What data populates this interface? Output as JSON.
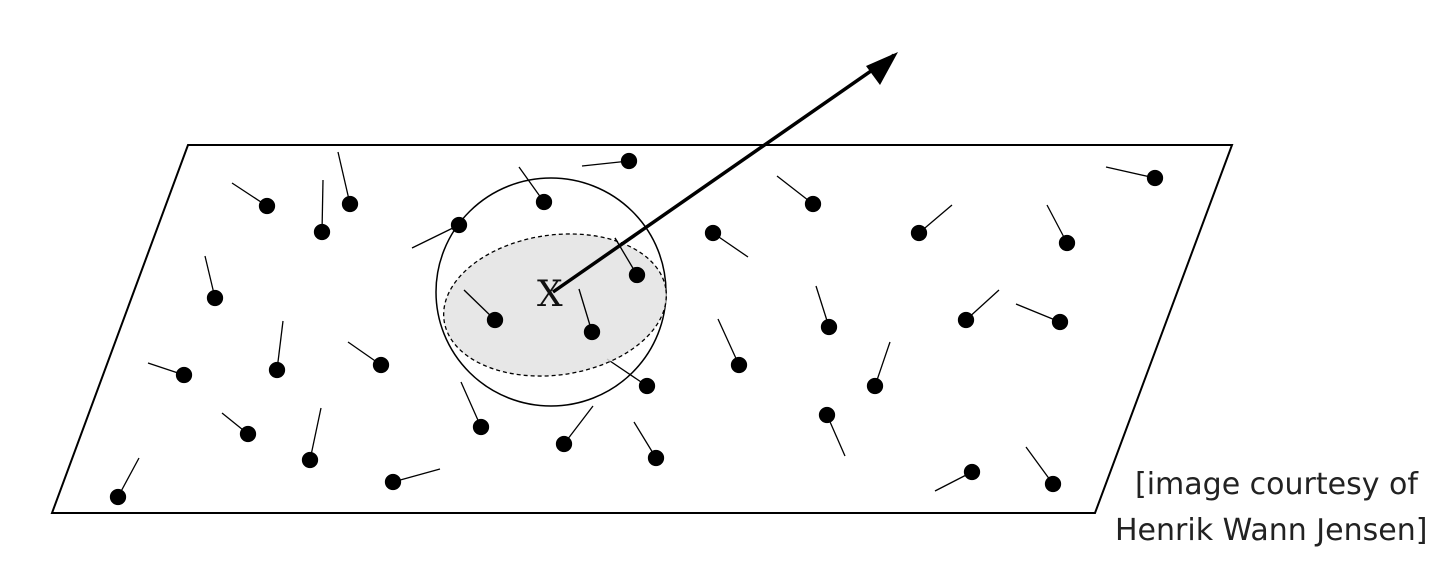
{
  "diagram": {
    "point_label": "X",
    "caption_line_1": "[image courtesy of",
    "caption_line_2": "Henrik Wann Jensen]",
    "colors": {
      "stroke": "#000000",
      "photon": "#000000",
      "disc_fill": "#e3e3e3",
      "background": "#ffffff"
    },
    "icons": [
      "photon-dot-icon",
      "arrow-icon"
    ]
  }
}
